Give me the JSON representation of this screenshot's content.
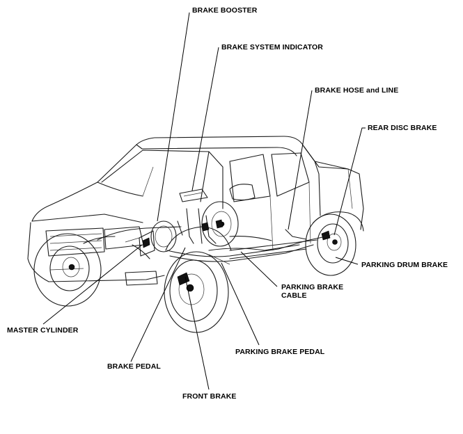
{
  "labels": {
    "brake_booster": "BRAKE BOOSTER",
    "brake_system_indicator": "BRAKE SYSTEM INDICATOR",
    "brake_hose_and_line": "BRAKE HOSE and LINE",
    "rear_disc_brake": "REAR DISC BRAKE",
    "parking_drum_brake": "PARKING DRUM BRAKE",
    "parking_brake_cable_1": "PARKING BRAKE",
    "parking_brake_cable_2": "CABLE",
    "master_cylinder": "MASTER CYLINDER",
    "parking_brake_pedal": "PARKING BRAKE PEDAL",
    "brake_pedal": "BRAKE PEDAL",
    "front_brake": "FRONT BRAKE"
  }
}
